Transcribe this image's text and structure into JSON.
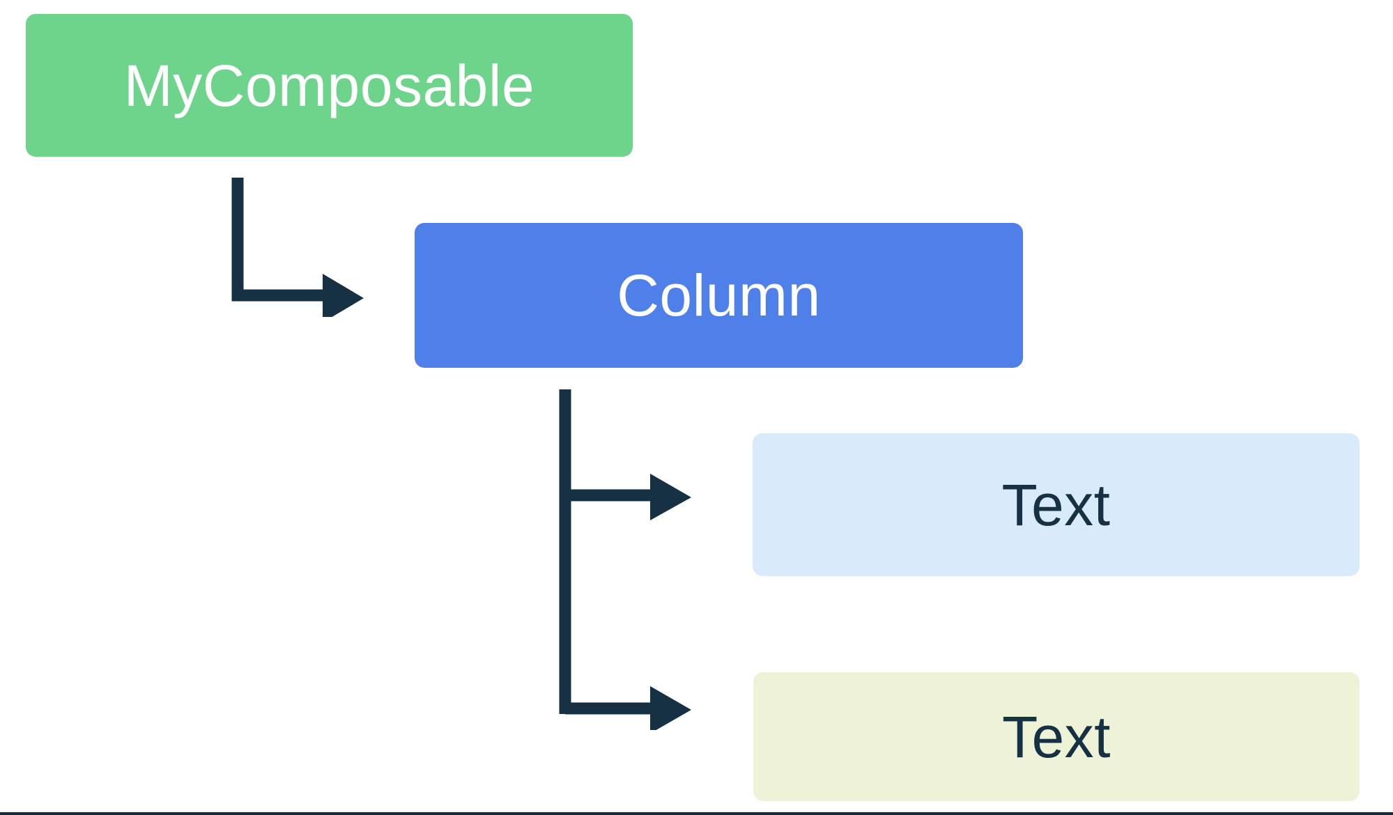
{
  "diagram": {
    "title": "Composable hierarchy tree",
    "type": "tree",
    "background": "#ffffff",
    "connector_color": "#173144",
    "bottom_rule_color": "#142c3c",
    "nodes": [
      {
        "id": "mycomposable",
        "label": "MyComposable",
        "fill": "#6ED48C",
        "text_color": "#ffffff",
        "depth": 0
      },
      {
        "id": "column",
        "label": "Column",
        "fill": "#4F80EA",
        "text_color": "#ffffff",
        "depth": 1
      },
      {
        "id": "text-1",
        "label": "Text",
        "fill": "#D9EBFB",
        "text_color": "#173144",
        "depth": 2
      },
      {
        "id": "text-2",
        "label": "Text",
        "fill": "#EEF2D6",
        "text_color": "#173144",
        "depth": 2
      }
    ],
    "edges": [
      {
        "from": "mycomposable",
        "to": "column",
        "style": "elbow-arrow"
      },
      {
        "from": "column",
        "to": "text-1",
        "style": "tee-arrow"
      },
      {
        "from": "column",
        "to": "text-2",
        "style": "elbow-arrow"
      }
    ]
  }
}
